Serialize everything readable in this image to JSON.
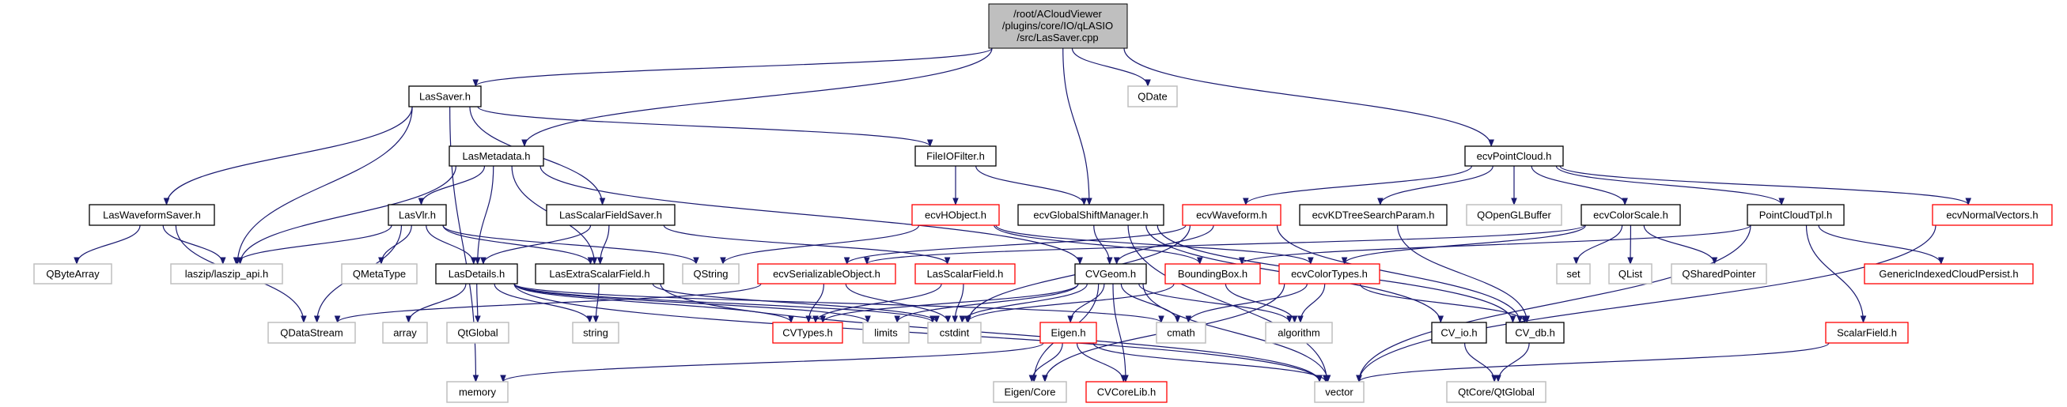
{
  "root": {
    "id": "root",
    "lines": [
      "/root/ACloudViewer",
      "/plugins/core/IO/qLASIO",
      "/src/LasSaver.cpp"
    ]
  },
  "colors": {
    "edge": "#191970",
    "root_fill": "#bfbfbf",
    "normal_border": "#000000",
    "incomplete_border": "#ff0000",
    "external_border": "#bfbfbf"
  },
  "nodes": [
    {
      "id": "LasSaver",
      "label": "LasSaver.h",
      "kind": "normal"
    },
    {
      "id": "QDate",
      "label": "QDate",
      "kind": "external"
    },
    {
      "id": "LasMetadata",
      "label": "LasMetadata.h",
      "kind": "normal"
    },
    {
      "id": "FileIOFilter",
      "label": "FileIOFilter.h",
      "kind": "normal"
    },
    {
      "id": "ecvPointCloud",
      "label": "ecvPointCloud.h",
      "kind": "normal"
    },
    {
      "id": "LasWaveformSaver",
      "label": "LasWaveformSaver.h",
      "kind": "normal"
    },
    {
      "id": "LasVlr",
      "label": "LasVlr.h",
      "kind": "normal"
    },
    {
      "id": "LasScalarFieldSaver",
      "label": "LasScalarFieldSaver.h",
      "kind": "normal"
    },
    {
      "id": "ecvHObject",
      "label": "ecvHObject.h",
      "kind": "incomplete"
    },
    {
      "id": "ecvGlobalShiftManager",
      "label": "ecvGlobalShiftManager.h",
      "kind": "normal"
    },
    {
      "id": "ecvWaveform",
      "label": "ecvWaveform.h",
      "kind": "incomplete"
    },
    {
      "id": "ecvKDTreeSearchParam",
      "label": "ecvKDTreeSearchParam.h",
      "kind": "normal"
    },
    {
      "id": "QOpenGLBuffer",
      "label": "QOpenGLBuffer",
      "kind": "external"
    },
    {
      "id": "ecvColorScale",
      "label": "ecvColorScale.h",
      "kind": "normal"
    },
    {
      "id": "PointCloudTpl",
      "label": "PointCloudTpl.h",
      "kind": "normal"
    },
    {
      "id": "ecvNormalVectors",
      "label": "ecvNormalVectors.h",
      "kind": "incomplete"
    },
    {
      "id": "QByteArray",
      "label": "QByteArray",
      "kind": "external"
    },
    {
      "id": "laszip",
      "label": "laszip/laszip_api.h",
      "kind": "external"
    },
    {
      "id": "QMetaType",
      "label": "QMetaType",
      "kind": "external"
    },
    {
      "id": "LasDetails",
      "label": "LasDetails.h",
      "kind": "normal"
    },
    {
      "id": "LasExtraScalarField",
      "label": "LasExtraScalarField.h",
      "kind": "normal"
    },
    {
      "id": "QString",
      "label": "QString",
      "kind": "external"
    },
    {
      "id": "ecvSerializableObject",
      "label": "ecvSerializableObject.h",
      "kind": "incomplete"
    },
    {
      "id": "LasScalarField",
      "label": "LasScalarField.h",
      "kind": "incomplete"
    },
    {
      "id": "CVGeom",
      "label": "CVGeom.h",
      "kind": "normal"
    },
    {
      "id": "BoundingBox",
      "label": "BoundingBox.h",
      "kind": "incomplete"
    },
    {
      "id": "ecvColorTypes",
      "label": "ecvColorTypes.h",
      "kind": "incomplete"
    },
    {
      "id": "set",
      "label": "set",
      "kind": "external"
    },
    {
      "id": "QList",
      "label": "QList",
      "kind": "external"
    },
    {
      "id": "QSharedPointer",
      "label": "QSharedPointer",
      "kind": "external"
    },
    {
      "id": "GenericIndexedCloudPersist",
      "label": "GenericIndexedCloudPersist.h",
      "kind": "incomplete"
    },
    {
      "id": "QDataStream",
      "label": "QDataStream",
      "kind": "external"
    },
    {
      "id": "array",
      "label": "array",
      "kind": "external"
    },
    {
      "id": "QtGlobal",
      "label": "QtGlobal",
      "kind": "external"
    },
    {
      "id": "string",
      "label": "string",
      "kind": "external"
    },
    {
      "id": "CVTypes",
      "label": "CVTypes.h",
      "kind": "incomplete"
    },
    {
      "id": "limits",
      "label": "limits",
      "kind": "external"
    },
    {
      "id": "cstdint",
      "label": "cstdint",
      "kind": "external"
    },
    {
      "id": "Eigen",
      "label": "Eigen.h",
      "kind": "incomplete"
    },
    {
      "id": "cmath",
      "label": "cmath",
      "kind": "external"
    },
    {
      "id": "algorithm",
      "label": "algorithm",
      "kind": "external"
    },
    {
      "id": "CV_io",
      "label": "CV_io.h",
      "kind": "normal"
    },
    {
      "id": "CV_db",
      "label": "CV_db.h",
      "kind": "normal"
    },
    {
      "id": "ScalarField",
      "label": "ScalarField.h",
      "kind": "incomplete"
    },
    {
      "id": "memory",
      "label": "memory",
      "kind": "external"
    },
    {
      "id": "EigenCore",
      "label": "Eigen/Core",
      "kind": "external"
    },
    {
      "id": "CVCoreLib",
      "label": "CVCoreLib.h",
      "kind": "incomplete"
    },
    {
      "id": "vector",
      "label": "vector",
      "kind": "external"
    },
    {
      "id": "QtCoreQtGlobal",
      "label": "QtCore/QtGlobal",
      "kind": "external"
    }
  ],
  "edges": [
    [
      "root",
      "LasSaver"
    ],
    [
      "root",
      "LasMetadata"
    ],
    [
      "root",
      "ecvGlobalShiftManager"
    ],
    [
      "root",
      "QDate"
    ],
    [
      "root",
      "ecvPointCloud"
    ],
    [
      "LasSaver",
      "memory"
    ],
    [
      "LasSaver",
      "LasWaveformSaver"
    ],
    [
      "LasSaver",
      "laszip"
    ],
    [
      "LasSaver",
      "LasScalarFieldSaver"
    ],
    [
      "LasSaver",
      "FileIOFilter"
    ],
    [
      "LasMetadata",
      "laszip"
    ],
    [
      "LasMetadata",
      "LasVlr"
    ],
    [
      "LasMetadata",
      "LasDetails"
    ],
    [
      "LasMetadata",
      "LasExtraScalarField"
    ],
    [
      "LasMetadata",
      "CVGeom"
    ],
    [
      "LasWaveformSaver",
      "QByteArray"
    ],
    [
      "LasWaveformSaver",
      "laszip"
    ],
    [
      "LasWaveformSaver",
      "QDataStream"
    ],
    [
      "LasVlr",
      "laszip"
    ],
    [
      "LasVlr",
      "QDataStream"
    ],
    [
      "LasVlr",
      "QMetaType"
    ],
    [
      "LasVlr",
      "LasDetails"
    ],
    [
      "LasVlr",
      "LasExtraScalarField"
    ],
    [
      "LasVlr",
      "QString"
    ],
    [
      "LasScalarFieldSaver",
      "LasDetails"
    ],
    [
      "LasScalarFieldSaver",
      "LasExtraScalarField"
    ],
    [
      "LasScalarFieldSaver",
      "LasScalarField"
    ],
    [
      "LasDetails",
      "array"
    ],
    [
      "LasDetails",
      "QtGlobal"
    ],
    [
      "LasDetails",
      "string"
    ],
    [
      "LasDetails",
      "vector"
    ],
    [
      "LasDetails",
      "CVTypes"
    ],
    [
      "LasDetails",
      "limits"
    ],
    [
      "LasDetails",
      "cstdint"
    ],
    [
      "LasDetails",
      "cmath"
    ],
    [
      "LasExtraScalarField",
      "string"
    ],
    [
      "LasExtraScalarField",
      "vector"
    ],
    [
      "LasExtraScalarField",
      "cstdint"
    ],
    [
      "FileIOFilter",
      "ecvHObject"
    ],
    [
      "FileIOFilter",
      "ecvGlobalShiftManager"
    ],
    [
      "ecvHObject",
      "QString"
    ],
    [
      "ecvHObject",
      "BoundingBox"
    ],
    [
      "ecvHObject",
      "ecvColorTypes"
    ],
    [
      "ecvGlobalShiftManager",
      "CVGeom"
    ],
    [
      "ecvGlobalShiftManager",
      "vector"
    ],
    [
      "ecvGlobalShiftManager",
      "CV_db"
    ],
    [
      "ecvGlobalShiftManager",
      "CV_io"
    ],
    [
      "ecvWaveform",
      "CVGeom"
    ],
    [
      "ecvWaveform",
      "ecvSerializableObject"
    ],
    [
      "ecvWaveform",
      "cstdint"
    ],
    [
      "ecvWaveform",
      "CV_db"
    ],
    [
      "ecvSerializableObject",
      "QDataStream"
    ],
    [
      "ecvSerializableObject",
      "CVTypes"
    ],
    [
      "ecvSerializableObject",
      "cstdint"
    ],
    [
      "LasScalarField",
      "CVTypes"
    ],
    [
      "LasScalarField",
      "cstdint"
    ],
    [
      "CVGeom",
      "CVTypes"
    ],
    [
      "CVGeom",
      "limits"
    ],
    [
      "CVGeom",
      "cstdint"
    ],
    [
      "CVGeom",
      "Eigen"
    ],
    [
      "CVGeom",
      "cmath"
    ],
    [
      "CVGeom",
      "algorithm"
    ],
    [
      "CVGeom",
      "vector"
    ],
    [
      "CVGeom",
      "CVCoreLib"
    ],
    [
      "CVGeom",
      "EigenCore"
    ],
    [
      "BoundingBox",
      "algorithm"
    ],
    [
      "BoundingBox",
      "cstdint"
    ],
    [
      "ecvColorTypes",
      "cmath"
    ],
    [
      "ecvColorTypes",
      "algorithm"
    ],
    [
      "ecvColorTypes",
      "CV_db"
    ],
    [
      "ecvColorTypes",
      "EigenCore"
    ],
    [
      "Eigen",
      "memory"
    ],
    [
      "Eigen",
      "EigenCore"
    ],
    [
      "Eigen",
      "CVCoreLib"
    ],
    [
      "Eigen",
      "vector"
    ],
    [
      "ecvPointCloud",
      "ecvWaveform"
    ],
    [
      "ecvPointCloud",
      "ecvKDTreeSearchParam"
    ],
    [
      "ecvPointCloud",
      "QOpenGLBuffer"
    ],
    [
      "ecvPointCloud",
      "ecvColorScale"
    ],
    [
      "ecvPointCloud",
      "PointCloudTpl"
    ],
    [
      "ecvPointCloud",
      "ecvNormalVectors"
    ],
    [
      "ecvKDTreeSearchParam",
      "CV_db"
    ],
    [
      "ecvColorScale",
      "set"
    ],
    [
      "ecvColorScale",
      "QList"
    ],
    [
      "ecvColorScale",
      "QSharedPointer"
    ],
    [
      "ecvColorScale",
      "ecvColorTypes"
    ],
    [
      "ecvColorScale",
      "ecvSerializableObject"
    ],
    [
      "PointCloudTpl",
      "GenericIndexedCloudPersist"
    ],
    [
      "PointCloudTpl",
      "ScalarField"
    ],
    [
      "PointCloudTpl",
      "vector"
    ],
    [
      "PointCloudTpl",
      "BoundingBox"
    ],
    [
      "ecvNormalVectors",
      "vector"
    ],
    [
      "ScalarField",
      "vector"
    ],
    [
      "CV_io",
      "QtCoreQtGlobal"
    ],
    [
      "CV_db",
      "QtCoreQtGlobal"
    ]
  ]
}
